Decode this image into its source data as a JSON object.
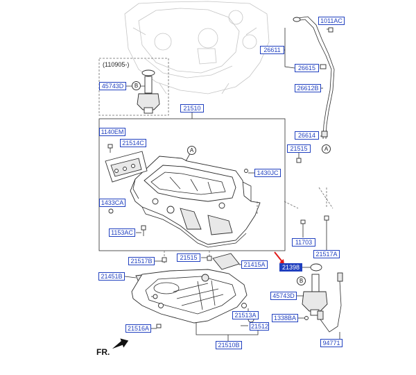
{
  "diagram": {
    "subassembly_date": "(110905-)",
    "front_label": "FR.",
    "ref_marks": {
      "a": "A",
      "b": "B"
    },
    "parts": {
      "p1011AC": "1011AC",
      "p26611": "26611",
      "p26615": "26615",
      "p26612B": "26612B",
      "p26614": "26614",
      "p21515": "21515",
      "p45743D_top": "45743D",
      "p21510": "21510",
      "p1140EM": "1140EM",
      "p21514C": "21514C",
      "p1430JC": "1430JC",
      "p1433CA": "1433CA",
      "p1153AC": "1153AC",
      "p11703": "11703",
      "p21517A": "21517A",
      "p21517B": "21517B",
      "p21515b": "21515",
      "p21415A": "21415A",
      "p21398": "21398",
      "p21451B": "21451B",
      "p45743D_bot": "45743D",
      "p1338BA": "1338BA",
      "p21513A": "21513A",
      "p21512": "21512",
      "p21516A": "21516A",
      "p21510B": "21510B",
      "p94771": "94771"
    },
    "highlighted_part": "21398"
  }
}
